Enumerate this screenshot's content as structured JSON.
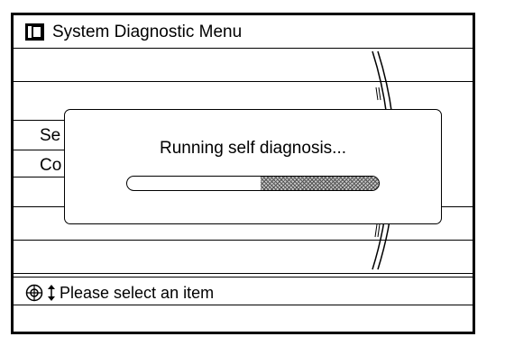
{
  "window": {
    "title": "System Diagnostic Menu",
    "title_icon": "info-icon"
  },
  "menu": {
    "items": [
      {
        "label": "Se"
      },
      {
        "label": "Co"
      }
    ]
  },
  "dialog": {
    "message": "Running self diagnosis...",
    "progress": 0.47
  },
  "status": {
    "icons": [
      "joystick-icon",
      "up-down-arrow-icon"
    ],
    "text": "Please select an item"
  }
}
